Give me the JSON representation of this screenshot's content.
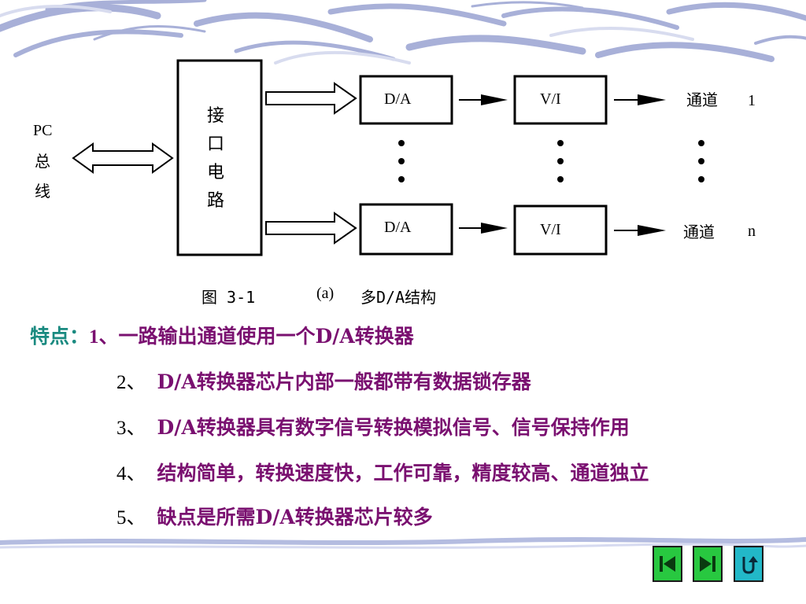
{
  "colors": {
    "banner_stroke": "#a8b0d8",
    "feature_heading": "#1a8a80",
    "feature_text": "#7a1070",
    "nav_green": "#28c840",
    "nav_teal": "#22b8c8"
  },
  "diagram": {
    "pc_bus": {
      "line1": "PC",
      "line2": "总",
      "line3": "线"
    },
    "interface_box": {
      "chars": [
        "接",
        "口",
        "电",
        "路"
      ]
    },
    "top_row": {
      "da_label": "D/A",
      "vi_label": "V/I",
      "channel_label": "通道",
      "channel_index": "1"
    },
    "bottom_row": {
      "da_label": "D/A",
      "vi_label": "V/I",
      "channel_label": "通道",
      "channel_index": "n"
    }
  },
  "caption": {
    "figure": "图 3-1",
    "part": "(a)",
    "title": "多D/A结构"
  },
  "features": {
    "heading": "特点：",
    "items": [
      {
        "num": "1、",
        "text": "一路输出通道使用一个D/A转换器"
      },
      {
        "num": "2、",
        "text": "D/A转换器芯片内部一般都带有数据锁存器"
      },
      {
        "num": "3、",
        "text": "D/A转换器具有数字信号转换模拟信号、信号保持作用"
      },
      {
        "num": "4、",
        "text": "结构简单，转换速度快，工作可靠，精度较高、通道独立"
      },
      {
        "num": "5、",
        "text": "缺点是所需D/A转换器芯片较多"
      }
    ]
  },
  "nav": {
    "prev_icon": "skip-back-icon",
    "next_icon": "skip-forward-icon",
    "return_icon": "return-arrow-icon"
  }
}
